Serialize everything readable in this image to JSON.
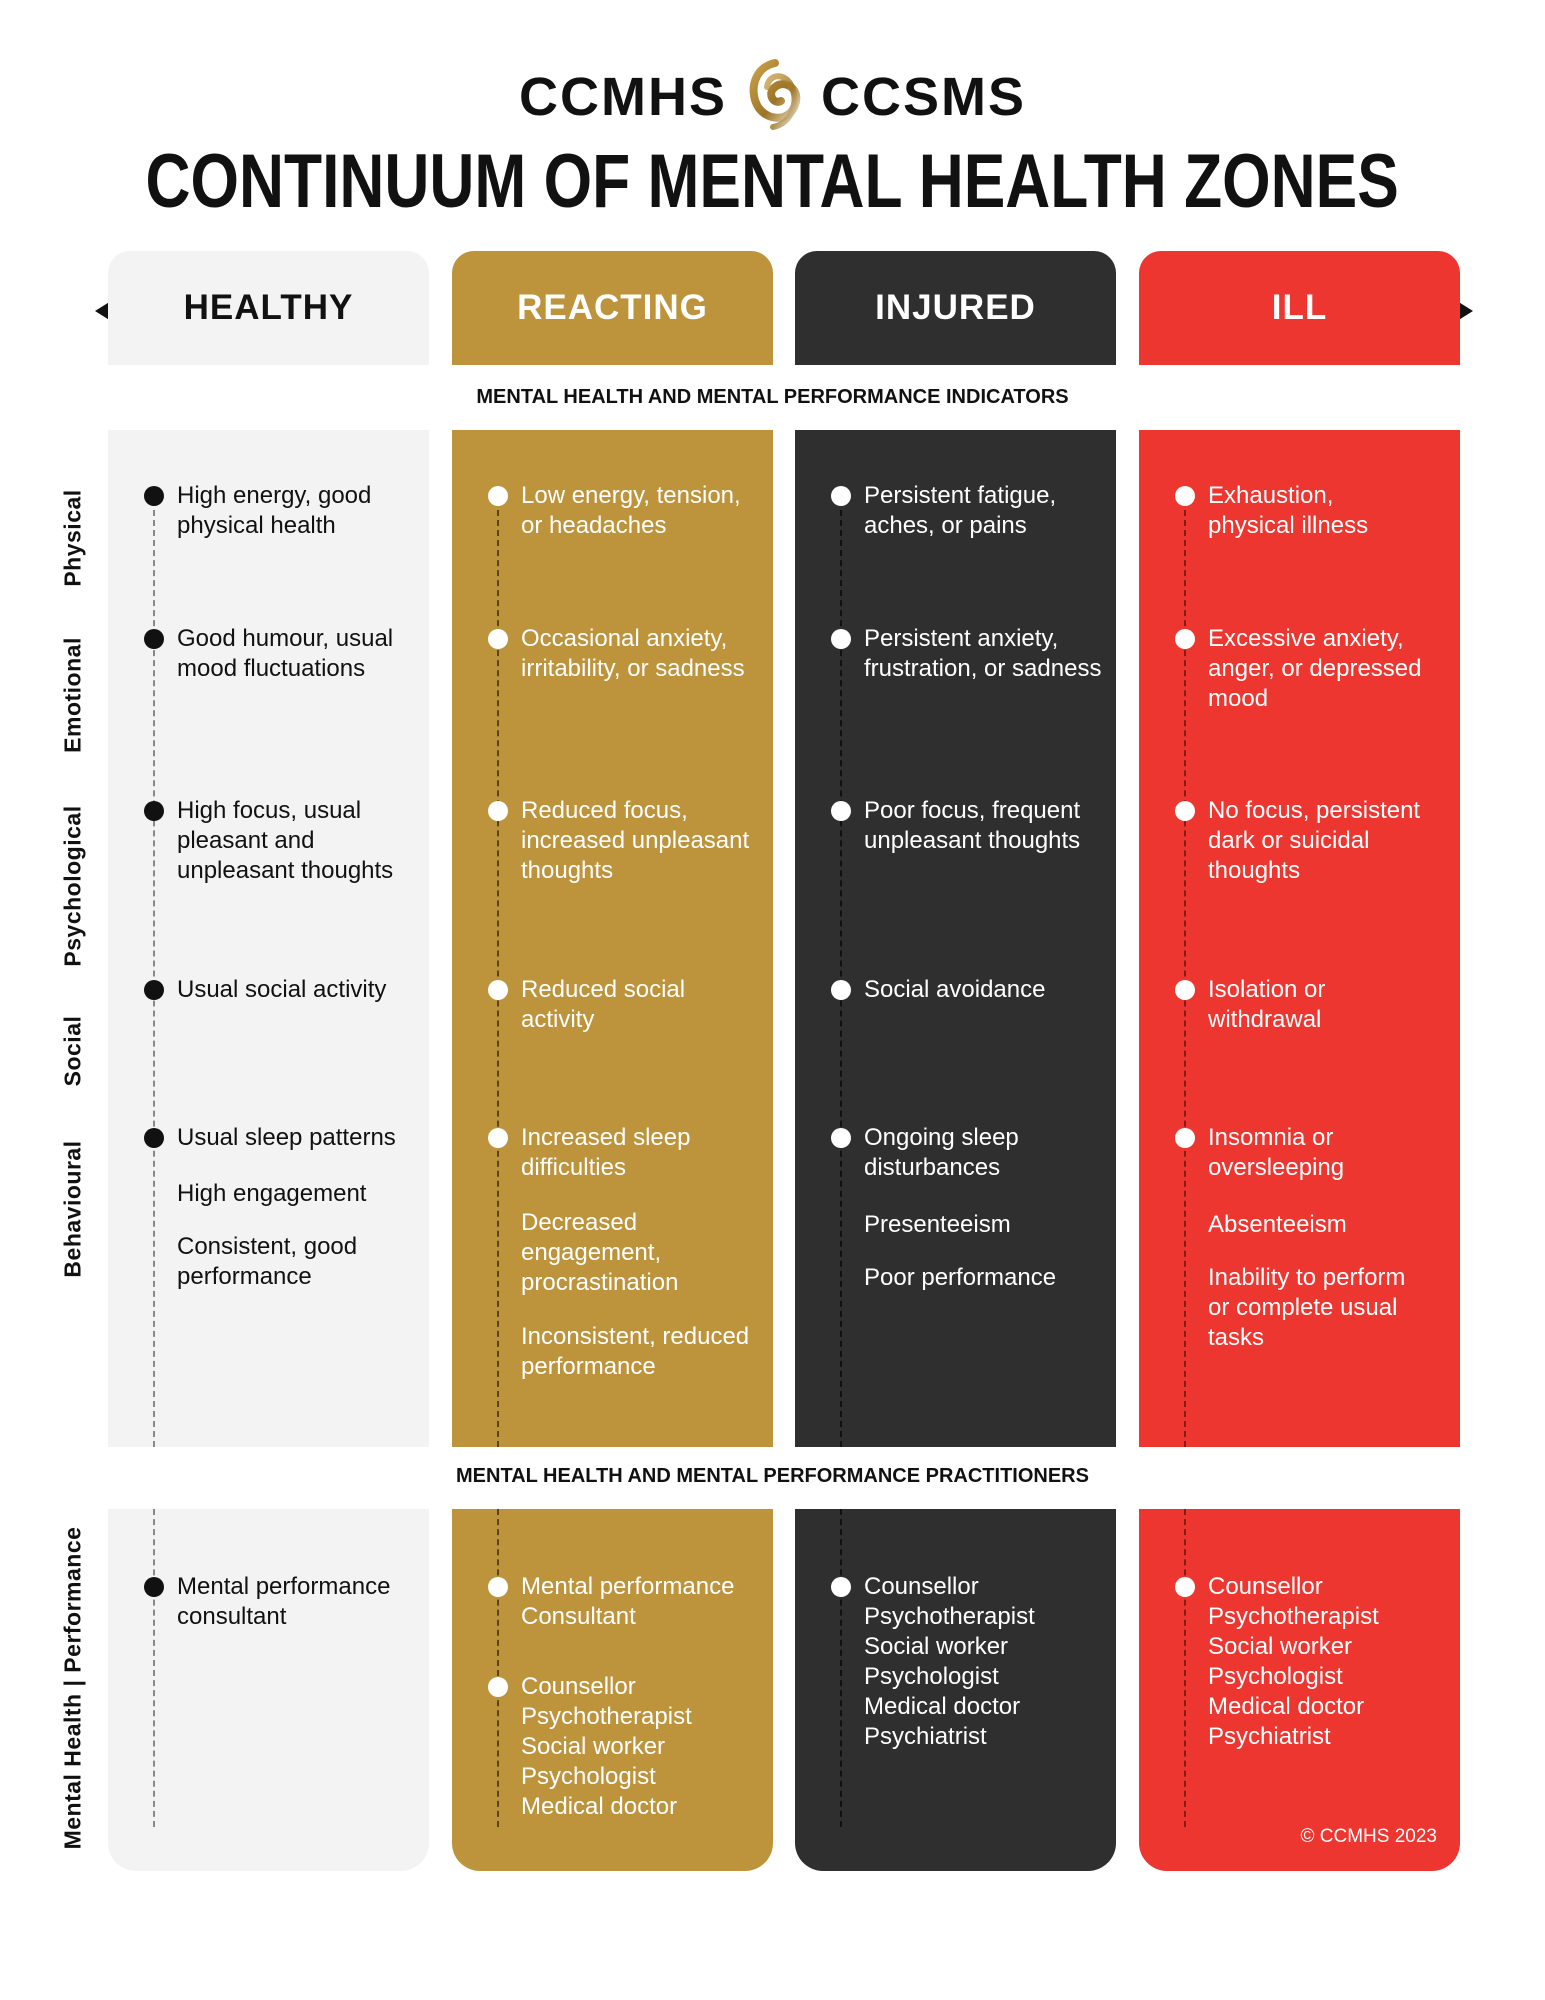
{
  "logo": {
    "left_text": "CCMHS",
    "right_text": "CCSMS",
    "icon": "gold-spiral-icon"
  },
  "title": "CONTINUUM OF MENTAL HEALTH ZONES",
  "section_labels": {
    "indicators": "MENTAL HEALTH AND MENTAL PERFORMANCE INDICATORS",
    "practitioners": "MENTAL HEALTH AND MENTAL PERFORMANCE PRACTITIONERS"
  },
  "row_labels": [
    "Physical",
    "Emotional",
    "Psychological",
    "Social",
    "Behavioural"
  ],
  "practitioner_row_label": "Mental Health | Performance",
  "copyright": "© CCMHS 2023",
  "colors": {
    "healthy": "#f3f3f3",
    "reacting": "#bd943b",
    "injured": "#2f2f2f",
    "ill": "#ee3631"
  },
  "columns": [
    {
      "name": "HEALTHY",
      "indicators": [
        {
          "text": "High energy, good\nphysical health",
          "bullet": true
        },
        {
          "text": "Good humour, usual\nmood fluctuations",
          "bullet": true
        },
        {
          "text": "High focus, usual\npleasant and\nunpleasant thoughts",
          "bullet": true
        },
        {
          "text": "Usual social activity",
          "bullet": true
        },
        {
          "text": "Usual sleep patterns",
          "bullet": true
        },
        {
          "text": "High engagement",
          "bullet": false
        },
        {
          "text": "Consistent, good\nperformance",
          "bullet": false
        }
      ],
      "practitioners": [
        {
          "text": "Mental performance\nconsultant",
          "bullet": true
        }
      ]
    },
    {
      "name": "REACTING",
      "indicators": [
        {
          "text": "Low energy, tension,\nor headaches",
          "bullet": true
        },
        {
          "text": "Occasional anxiety,\nirritability, or sadness",
          "bullet": true
        },
        {
          "text": "Reduced focus,\nincreased unpleasant\nthoughts",
          "bullet": true
        },
        {
          "text": "Reduced social\nactivity",
          "bullet": true
        },
        {
          "text": "Increased sleep\ndifficulties",
          "bullet": true
        },
        {
          "text": "Decreased\nengagement,\nprocrastination",
          "bullet": false
        },
        {
          "text": "Inconsistent, reduced\nperformance",
          "bullet": false
        }
      ],
      "practitioners": [
        {
          "text": "Mental performance\nConsultant",
          "bullet": true
        },
        {
          "text": "Counsellor\nPsychotherapist\nSocial worker\nPsychologist\nMedical doctor",
          "bullet": true
        }
      ]
    },
    {
      "name": "INJURED",
      "indicators": [
        {
          "text": "Persistent fatigue,\naches, or pains",
          "bullet": true
        },
        {
          "text": "Persistent anxiety,\nfrustration, or sadness",
          "bullet": true
        },
        {
          "text": "Poor focus, frequent\nunpleasant thoughts",
          "bullet": true
        },
        {
          "text": "Social avoidance",
          "bullet": true
        },
        {
          "text": "Ongoing sleep\ndisturbances",
          "bullet": true
        },
        {
          "text": "Presenteeism",
          "bullet": false
        },
        {
          "text": "Poor performance",
          "bullet": false
        }
      ],
      "practitioners": [
        {
          "text": "Counsellor\nPsychotherapist\nSocial worker\nPsychologist\nMedical doctor\nPsychiatrist",
          "bullet": true
        }
      ]
    },
    {
      "name": "ILL",
      "indicators": [
        {
          "text": "Exhaustion,\nphysical illness",
          "bullet": true
        },
        {
          "text": "Excessive anxiety,\nanger, or depressed\nmood",
          "bullet": true
        },
        {
          "text": "No focus, persistent\ndark or suicidal\nthoughts",
          "bullet": true
        },
        {
          "text": "Isolation or\nwithdrawal",
          "bullet": true
        },
        {
          "text": "Insomnia or\noversleeping",
          "bullet": true
        },
        {
          "text": "Absenteeism",
          "bullet": false
        },
        {
          "text": "Inability to perform\nor complete usual\ntasks",
          "bullet": false
        }
      ],
      "practitioners": [
        {
          "text": "Counsellor\nPsychotherapist\nSocial worker\nPsychologist\nMedical doctor\nPsychiatrist",
          "bullet": true
        }
      ]
    }
  ]
}
